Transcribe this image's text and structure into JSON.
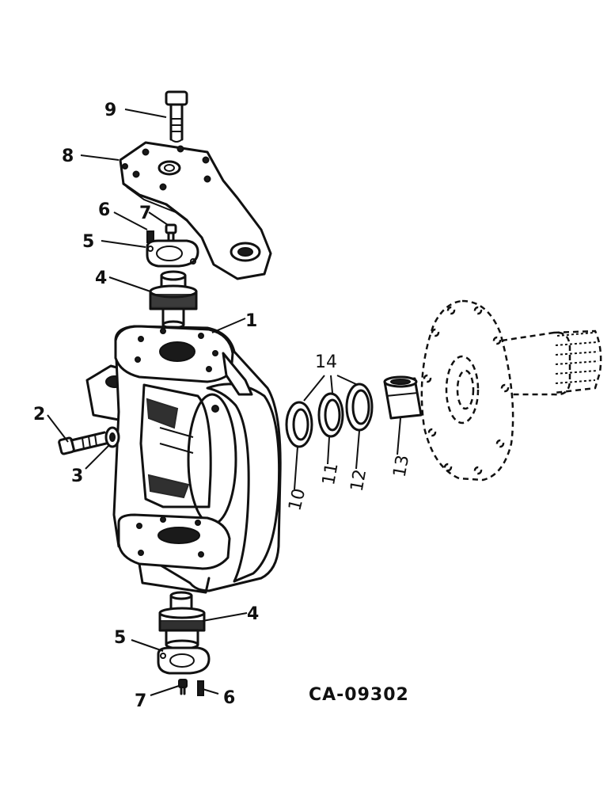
{
  "drawing": {
    "code": "CA-09302",
    "callouts": {
      "c1": "1",
      "c2": "2",
      "c3": "3",
      "c4_top": "4",
      "c4_bottom": "4",
      "c5_top": "5",
      "c5_bottom": "5",
      "c6_top": "6",
      "c6_bottom": "6",
      "c7_top": "7",
      "c7_bottom": "7",
      "c8": "8",
      "c9": "9",
      "c10": "10",
      "c11": "11",
      "c12": "12",
      "c13": "13",
      "c14": "14"
    }
  }
}
